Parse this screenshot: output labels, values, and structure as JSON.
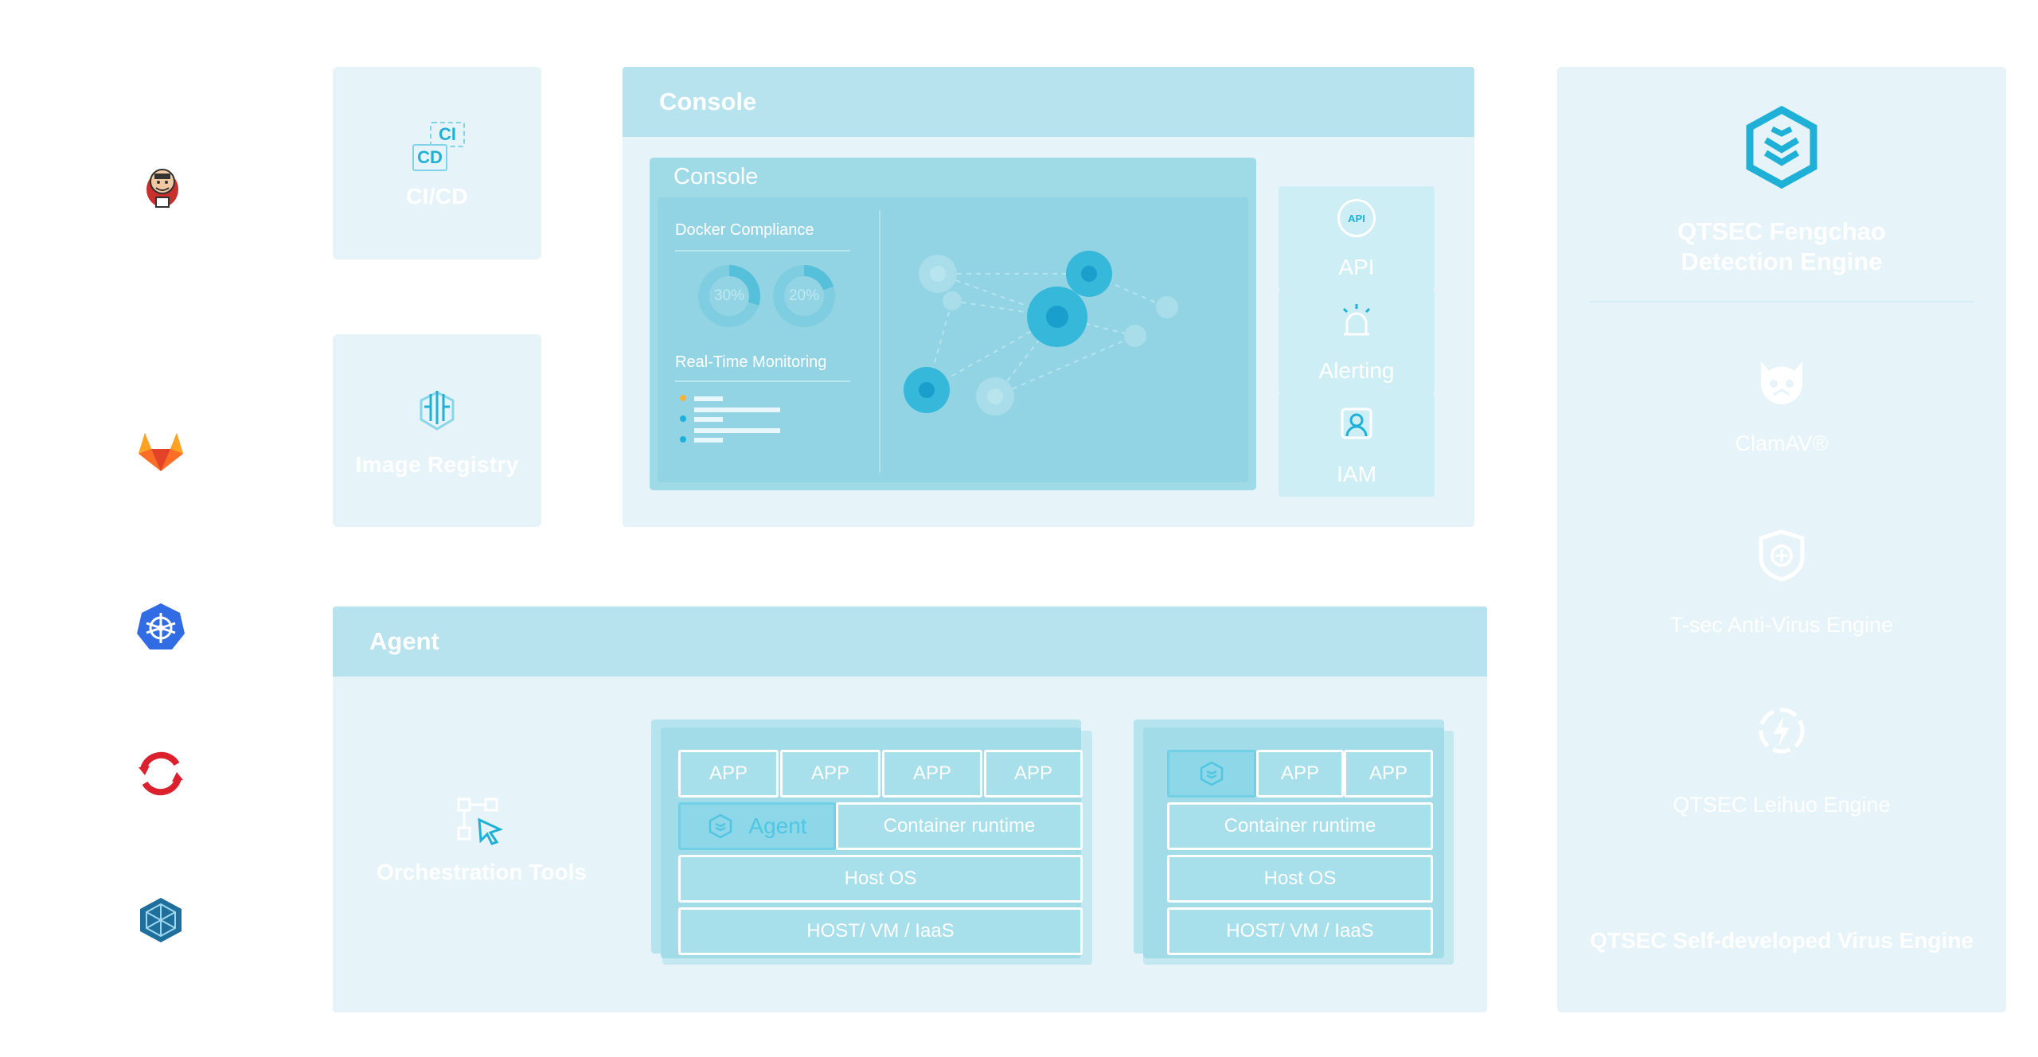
{
  "colors": {
    "panel_bg": "#e6f4f9",
    "header_bg": "#b6e3ee",
    "accent": "#1eb0d6",
    "screen_bg": "#9fdbe7"
  },
  "left_logos": [
    "jenkins-logo",
    "gitlab-logo",
    "kubernetes-logo",
    "openshift-logo",
    "rancher-logo"
  ],
  "cicd": {
    "label": "CI/CD",
    "icon_ci": "CI",
    "icon_cd": "CD"
  },
  "image_registry": {
    "label": "Image Registry"
  },
  "console": {
    "header": "Console",
    "screen_title": "Console",
    "docker_compliance": "Docker Compliance",
    "donut1": "30%",
    "donut2": "20%",
    "realtime": "Real-Time Monitoring",
    "mini_cards": {
      "api": "API",
      "api_icon_text": "API",
      "alerting": "Alerting",
      "iam": "IAM"
    }
  },
  "agent": {
    "header": "Agent",
    "orchestration": "Orchestration Tools",
    "stack1": {
      "apps": [
        "APP",
        "APP",
        "APP",
        "APP"
      ],
      "agent": "Agent",
      "runtime": "Container runtime",
      "host_os": "Host OS",
      "infra": "HOST/ VM / IaaS"
    },
    "stack2": {
      "apps": [
        "APP",
        "APP"
      ],
      "runtime": "Container runtime",
      "host_os": "Host OS",
      "infra": "HOST/ VM / IaaS"
    }
  },
  "engines": {
    "title_line1": "QTSEC Fengchao",
    "title_line2": "Detection Engine",
    "clamav": "ClamAV®",
    "tsec": "T-sec Anti-Virus Engine",
    "leihuo": "QTSEC Leihuo Engine",
    "footer": "QTSEC Self-developed Virus Engine"
  }
}
